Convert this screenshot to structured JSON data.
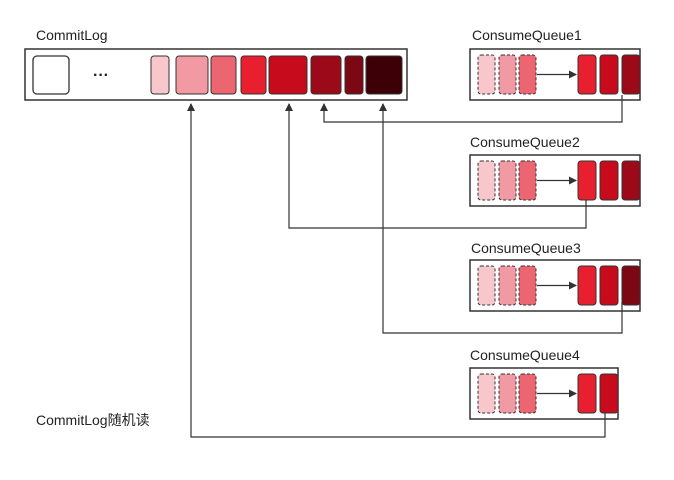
{
  "commitlog": {
    "title": "CommitLog",
    "ellipsis": "···",
    "cell_colors": [
      "#f7c7cc",
      "#f29aa3",
      "#ec6672",
      "#e81f2e",
      "#c70b1c",
      "#9c0a19",
      "#7b0812",
      "#3d0006"
    ]
  },
  "queues": [
    {
      "title": "ConsumeQueue1",
      "pointer_colors": [
        "#e81f2e",
        "#c70b1c",
        "#9c0a19"
      ]
    },
    {
      "title": "ConsumeQueue2",
      "pointer_colors": [
        "#e81f2e",
        "#c70b1c",
        "#9c0a19"
      ]
    },
    {
      "title": "ConsumeQueue3",
      "pointer_colors": [
        "#e81f2e",
        "#c70b1c",
        "#7b0812"
      ]
    },
    {
      "title": "ConsumeQueue4",
      "pointer_colors": [
        "#e81f2e",
        "#c70b1c"
      ]
    }
  ],
  "dashed_colors": [
    "#f7c7cc",
    "#f29aa3",
    "#ec6672"
  ],
  "footer_label": "CommitLog随机读"
}
